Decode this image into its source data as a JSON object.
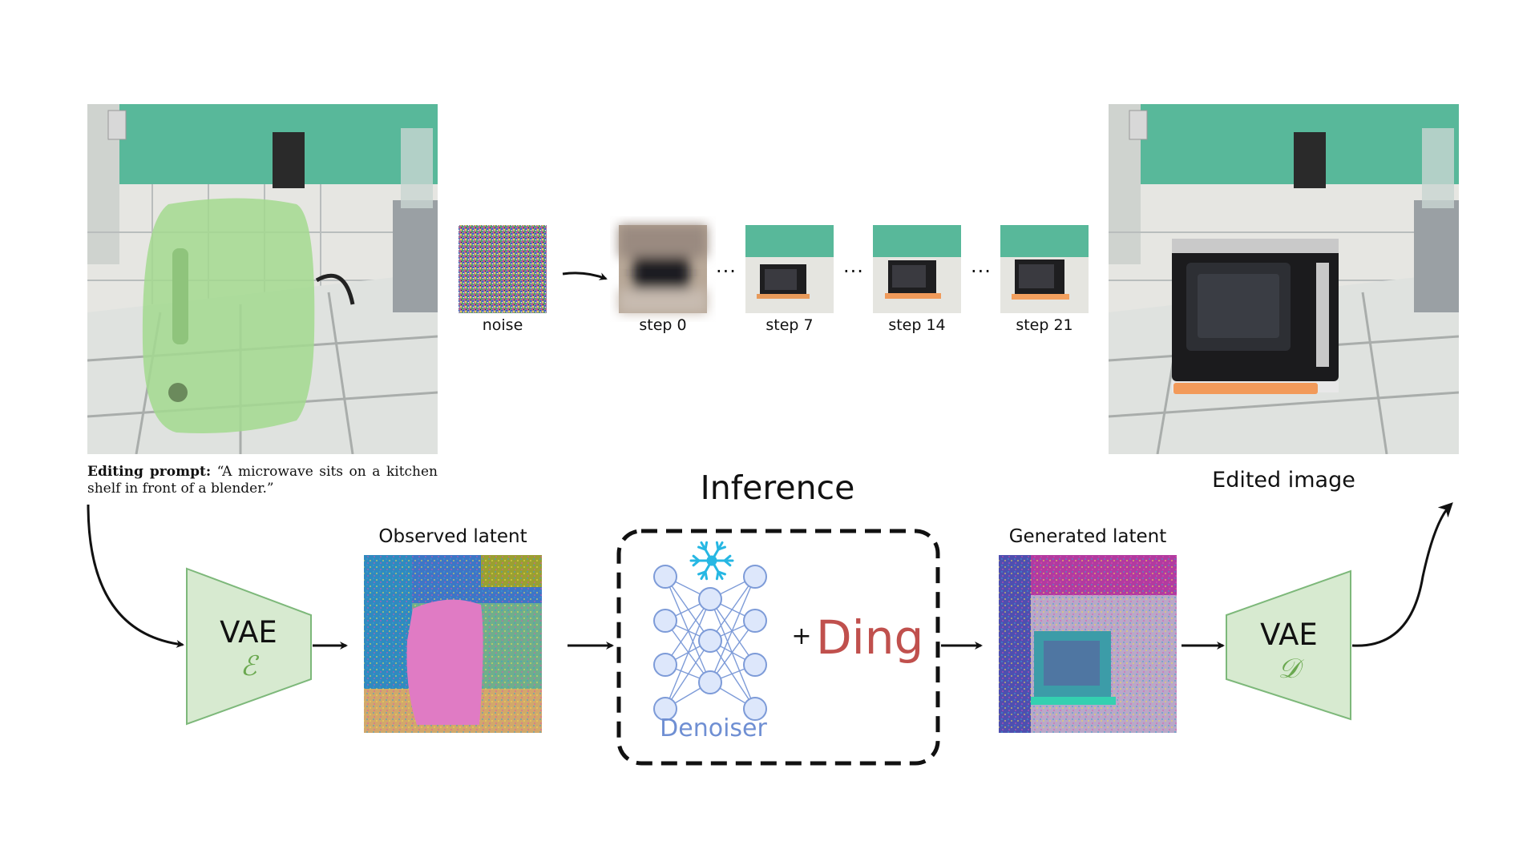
{
  "inputs": {
    "prompt_label": "Editing prompt:",
    "prompt_text": "“A microwave sits on a kitchen shelf in front of a blender.”"
  },
  "sampling": {
    "steps": [
      {
        "label": "noise"
      },
      {
        "label": "step 0"
      },
      {
        "label": "step 7"
      },
      {
        "label": "step 14"
      },
      {
        "label": "step 21"
      }
    ],
    "ellipsis": "..."
  },
  "outputs": {
    "edited_label": "Edited image"
  },
  "pipeline": {
    "title": "Inference",
    "encoder": {
      "name": "VAE",
      "symbol": "ℰ"
    },
    "decoder": {
      "name": "VAE",
      "symbol": "𝒟"
    },
    "observed_label": "Observed latent",
    "generated_label": "Generated latent",
    "denoiser_label": "Denoiser",
    "plus": "+",
    "method": "Ding"
  },
  "colors": {
    "vae_fill": "#d7ead0",
    "vae_stroke": "#7db87a",
    "vae_symbol": "#6aa84f",
    "node_fill": "#dde7fb",
    "node_stroke": "#7d9bd8",
    "denoiser_text": "#6f8fd3",
    "snowflake": "#26b7e3",
    "method": "#c0504d",
    "wall": "#58b89a",
    "mask": "#a3d98f",
    "latent_pink": "#e07bc4"
  }
}
